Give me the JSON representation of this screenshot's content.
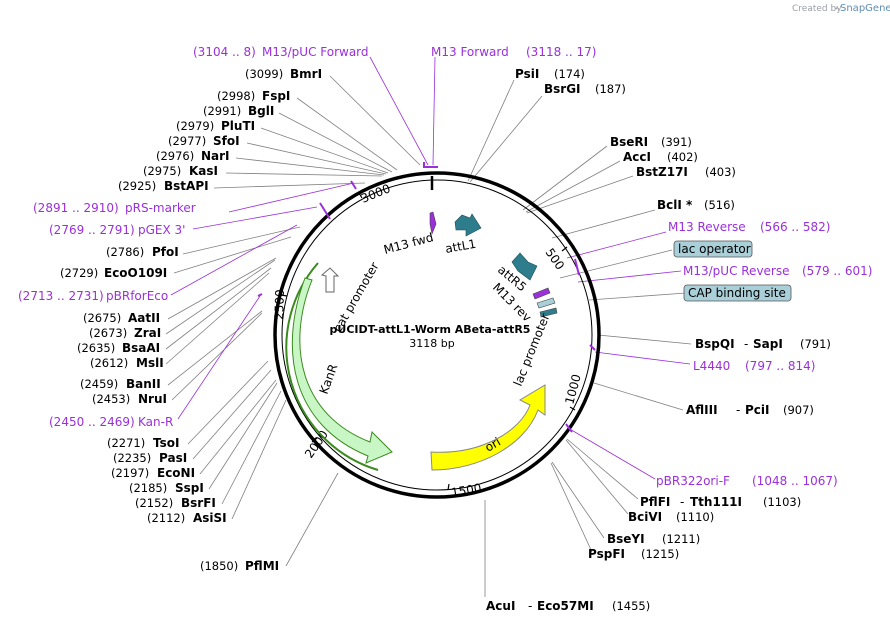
{
  "credit": {
    "prefix": "Created by",
    "brand": "SnapGene"
  },
  "plasmid": {
    "name": "pUCIDT-attL1-Worm ABeta-attR5",
    "size": "3118 bp"
  },
  "ticks": [
    "500",
    "1000",
    "1500",
    "2000",
    "2500",
    "3000"
  ],
  "features": {
    "m13fwd": "M13 fwd",
    "attl1": "attL1",
    "attr5": "attR5",
    "m13rev": "M13 rev",
    "lacpromoter": "lac promoter",
    "ori": "ori",
    "kanr": "KanR",
    "catpromoter": "cat promoter"
  },
  "boxes": {
    "lac_operator": "lac operator",
    "cap_site": "CAP binding site"
  },
  "primers": [
    {
      "name": "M13/pUC Forward",
      "pos": "(3104 .. 8)"
    },
    {
      "name": "M13 Forward",
      "pos": "(3118 .. 17)"
    },
    {
      "name": "pRS-marker",
      "pos": "(2891 .. 2910)"
    },
    {
      "name": "pGEX 3'",
      "pos": "(2769 .. 2791)"
    },
    {
      "name": "pBRforEco",
      "pos": "(2713 .. 2731)"
    },
    {
      "name": "Kan-R",
      "pos": "(2450 .. 2469)"
    },
    {
      "name": "M13 Reverse",
      "pos": "(566 .. 582)"
    },
    {
      "name": "M13/pUC Reverse",
      "pos": "(579 .. 601)"
    },
    {
      "name": "L4440",
      "pos": "(797 .. 814)"
    },
    {
      "name": "pBR322ori-F",
      "pos": "(1048 .. 1067)"
    }
  ],
  "enzymes_left": [
    {
      "name": "BmrI",
      "pos": "(3099)"
    },
    {
      "name": "FspI",
      "pos": "(2998)"
    },
    {
      "name": "BglI",
      "pos": "(2991)"
    },
    {
      "name": "PluTI",
      "pos": "(2979)"
    },
    {
      "name": "SfoI",
      "pos": "(2977)"
    },
    {
      "name": "NarI",
      "pos": "(2976)"
    },
    {
      "name": "KasI",
      "pos": "(2975)"
    },
    {
      "name": "BstAPI",
      "pos": "(2925)"
    },
    {
      "name": "PfoI",
      "pos": "(2786)"
    },
    {
      "name": "EcoO109I",
      "pos": "(2729)"
    },
    {
      "name": "AatII",
      "pos": "(2675)"
    },
    {
      "name": "ZraI",
      "pos": "(2673)"
    },
    {
      "name": "BsaAI",
      "pos": "(2635)"
    },
    {
      "name": "MslI",
      "pos": "(2612)"
    },
    {
      "name": "BanII",
      "pos": "(2459)"
    },
    {
      "name": "NruI",
      "pos": "(2453)"
    },
    {
      "name": "TsoI",
      "pos": "(2271)"
    },
    {
      "name": "PasI",
      "pos": "(2235)"
    },
    {
      "name": "EcoNI",
      "pos": "(2197)"
    },
    {
      "name": "SspI",
      "pos": "(2185)"
    },
    {
      "name": "BsrFI",
      "pos": "(2152)"
    },
    {
      "name": "AsiSI",
      "pos": "(2112)"
    },
    {
      "name": "PflMI",
      "pos": "(1850)"
    }
  ],
  "enzymes_right": [
    {
      "name": "PsiI",
      "pos": "(174)"
    },
    {
      "name": "BsrGI",
      "pos": "(187)"
    },
    {
      "name": "BseRI",
      "pos": "(391)"
    },
    {
      "name": "AccI",
      "pos": "(402)"
    },
    {
      "name": "BstZ17I",
      "pos": "(403)"
    },
    {
      "name": "BclI *",
      "pos": "(516)"
    },
    {
      "name": "BspQI",
      "name2": "SapI",
      "pos": "(791)"
    },
    {
      "name": "AflIII",
      "name2": "PciI",
      "pos": "(907)"
    },
    {
      "name": "PflFI",
      "name2": "Tth111I",
      "pos": "(1103)"
    },
    {
      "name": "BciVI",
      "pos": "(1110)"
    },
    {
      "name": "BseYI",
      "pos": "(1211)"
    },
    {
      "name": "PspFI",
      "pos": "(1215)"
    },
    {
      "name": "AcuI",
      "name2": "Eco57MI",
      "pos": "(1455)"
    }
  ],
  "dash": "-",
  "colors": {
    "primer": "#9b30d9",
    "backbone": "#000000",
    "kanr_fill": "#c8f7c5",
    "kanr_stroke": "#3b8a1e",
    "ori_fill": "#ffff00",
    "att_fill": "#2e7d8c",
    "box_fill": "#a9cfd8",
    "line": "#808080"
  }
}
